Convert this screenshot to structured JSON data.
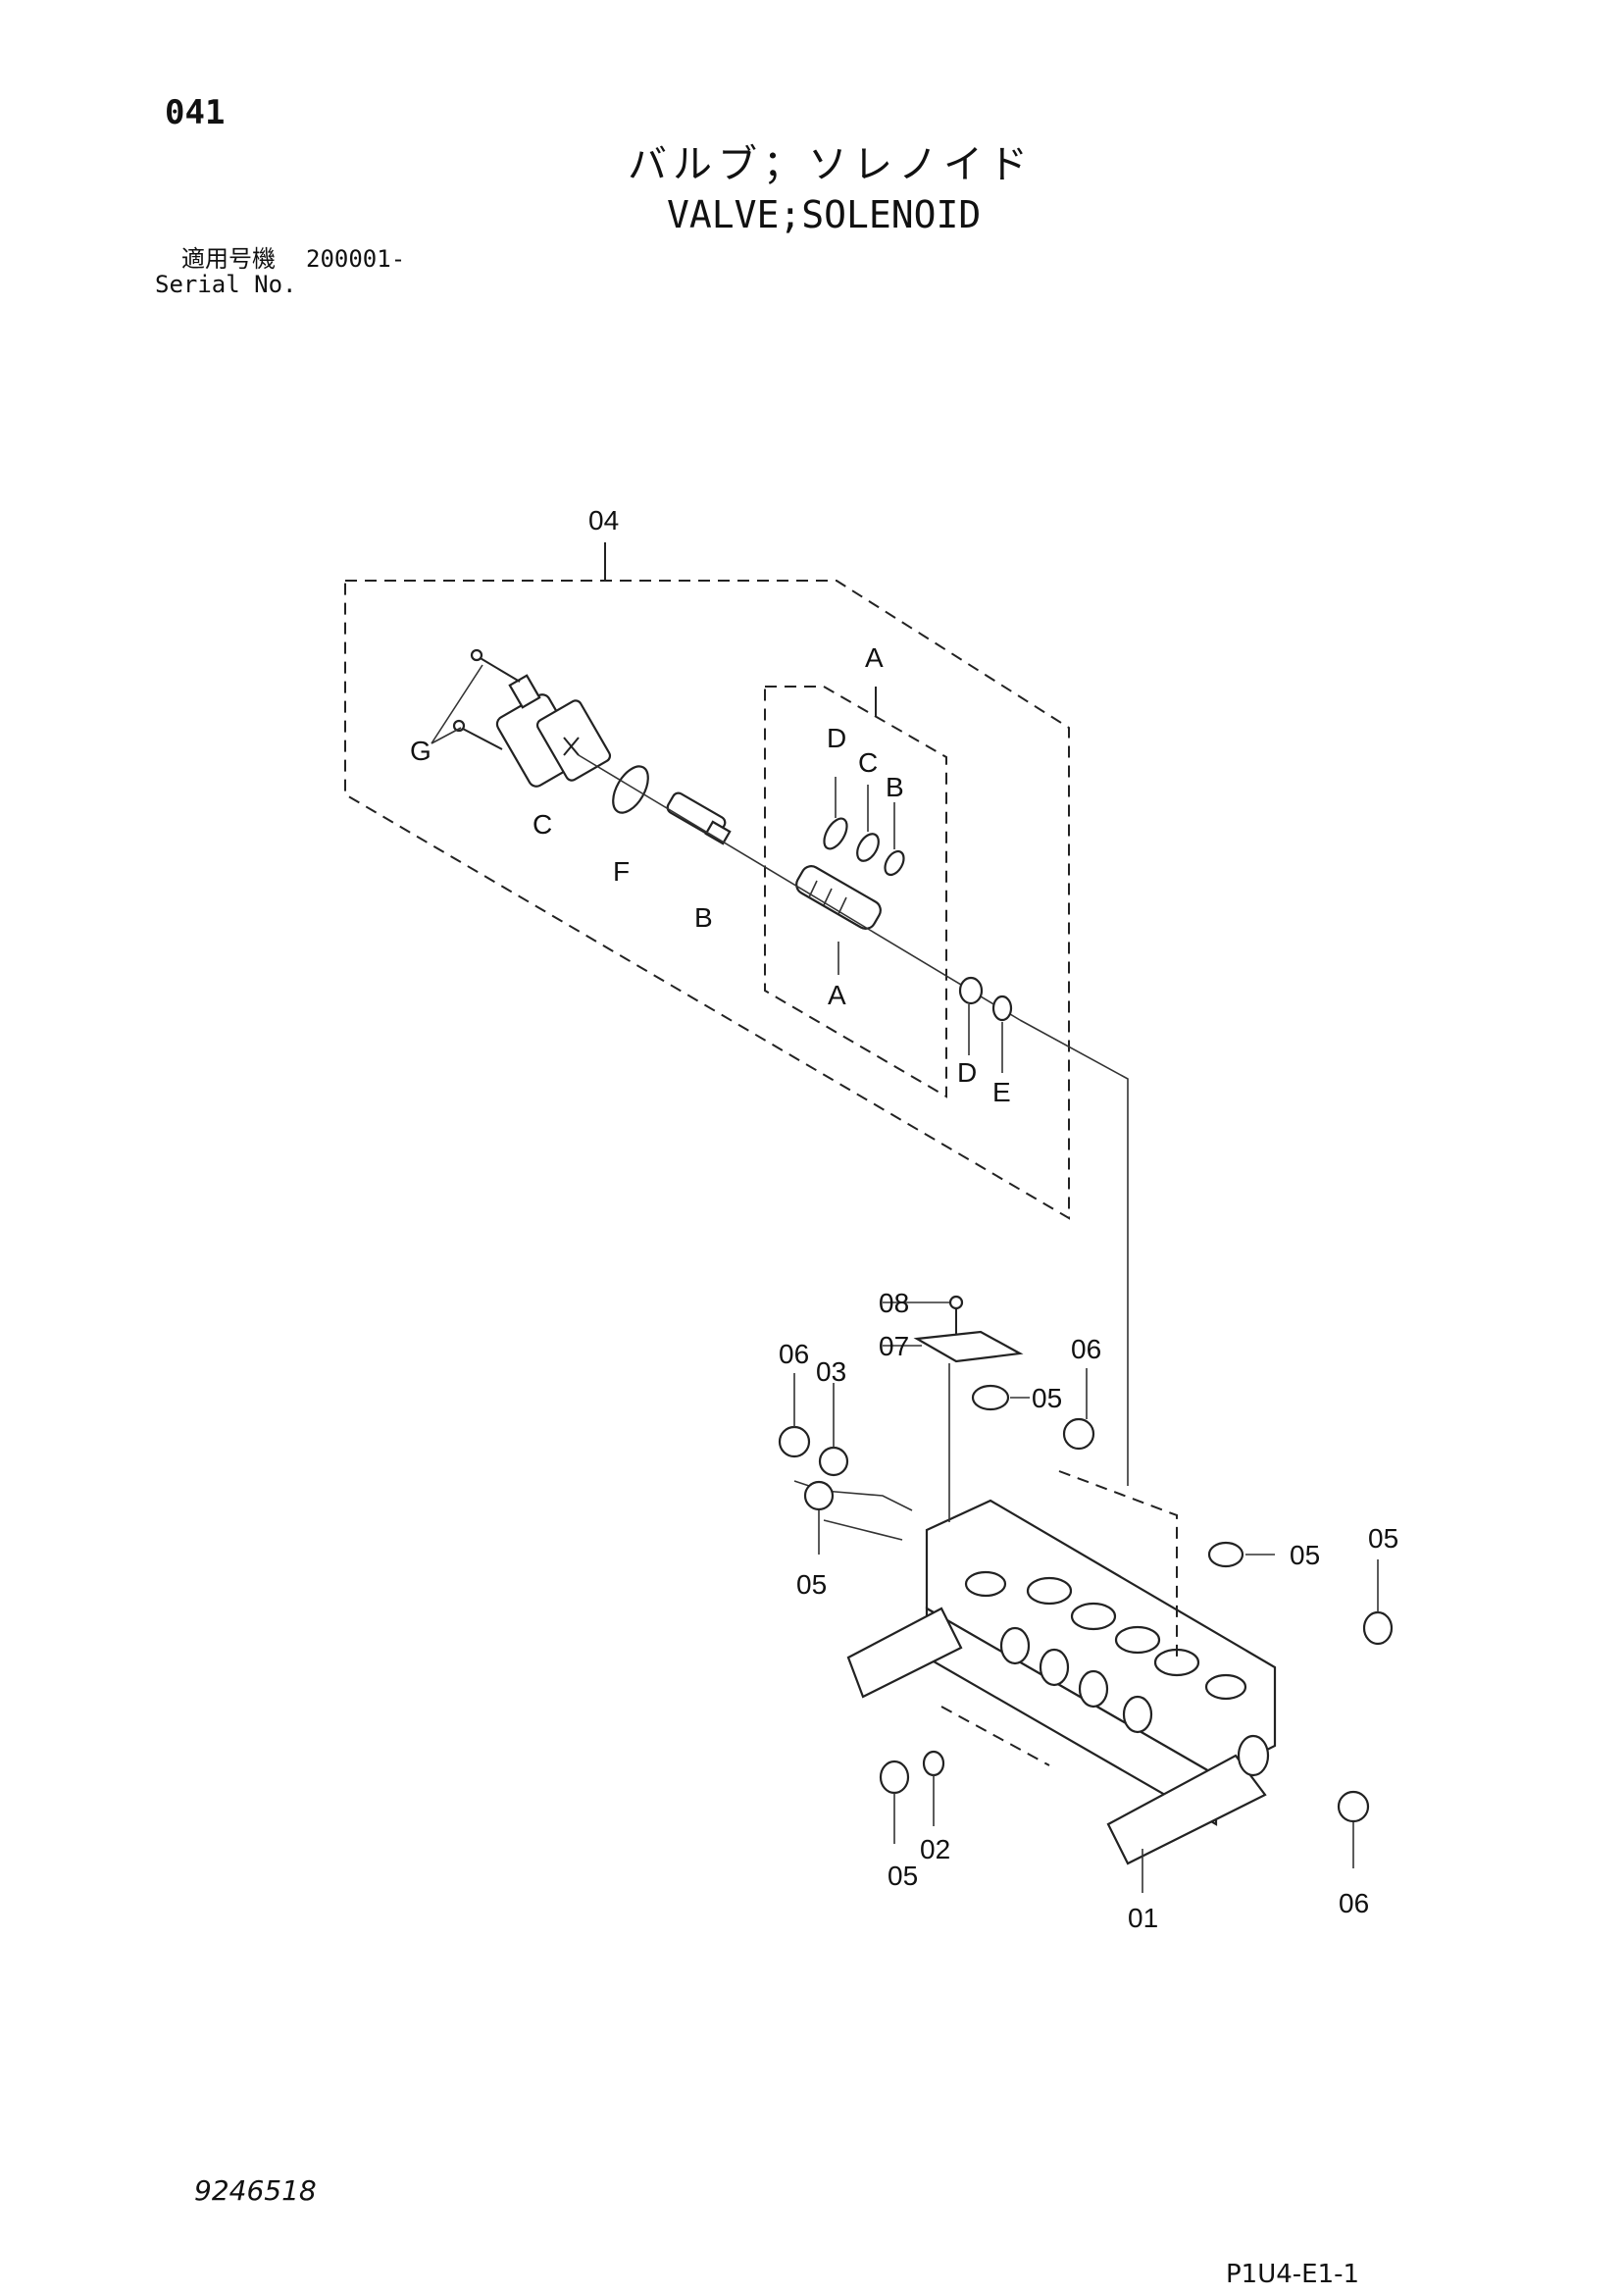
{
  "header": {
    "page_number": "041",
    "title_jp": "バルブ；ソレノイド",
    "title_en": "VALVE;SOLENOID",
    "serial_label_jp": "適用号機",
    "serial_value": "200001-",
    "serial_label_en": "Serial No."
  },
  "footer": {
    "document_number": "9246518",
    "sheet_id": "P1U4-E1-1"
  },
  "callouts": {
    "c04": "04",
    "cA_top": "A",
    "cG": "G",
    "cC_left": "C",
    "cF": "F",
    "cB_low": "B",
    "cD_top": "D",
    "cC_mid": "C",
    "cB_top": "B",
    "cA_low": "A",
    "cD_low": "D",
    "cE": "E",
    "c08": "08",
    "c07": "07",
    "c05_cap": "05",
    "c06_left": "06",
    "c03": "03",
    "c05_left": "05",
    "c06_top": "06",
    "c05_mid": "05",
    "c05_right": "05",
    "c05_bottom": "05",
    "c02": "02",
    "c01": "01",
    "c06_bottom": "06"
  }
}
